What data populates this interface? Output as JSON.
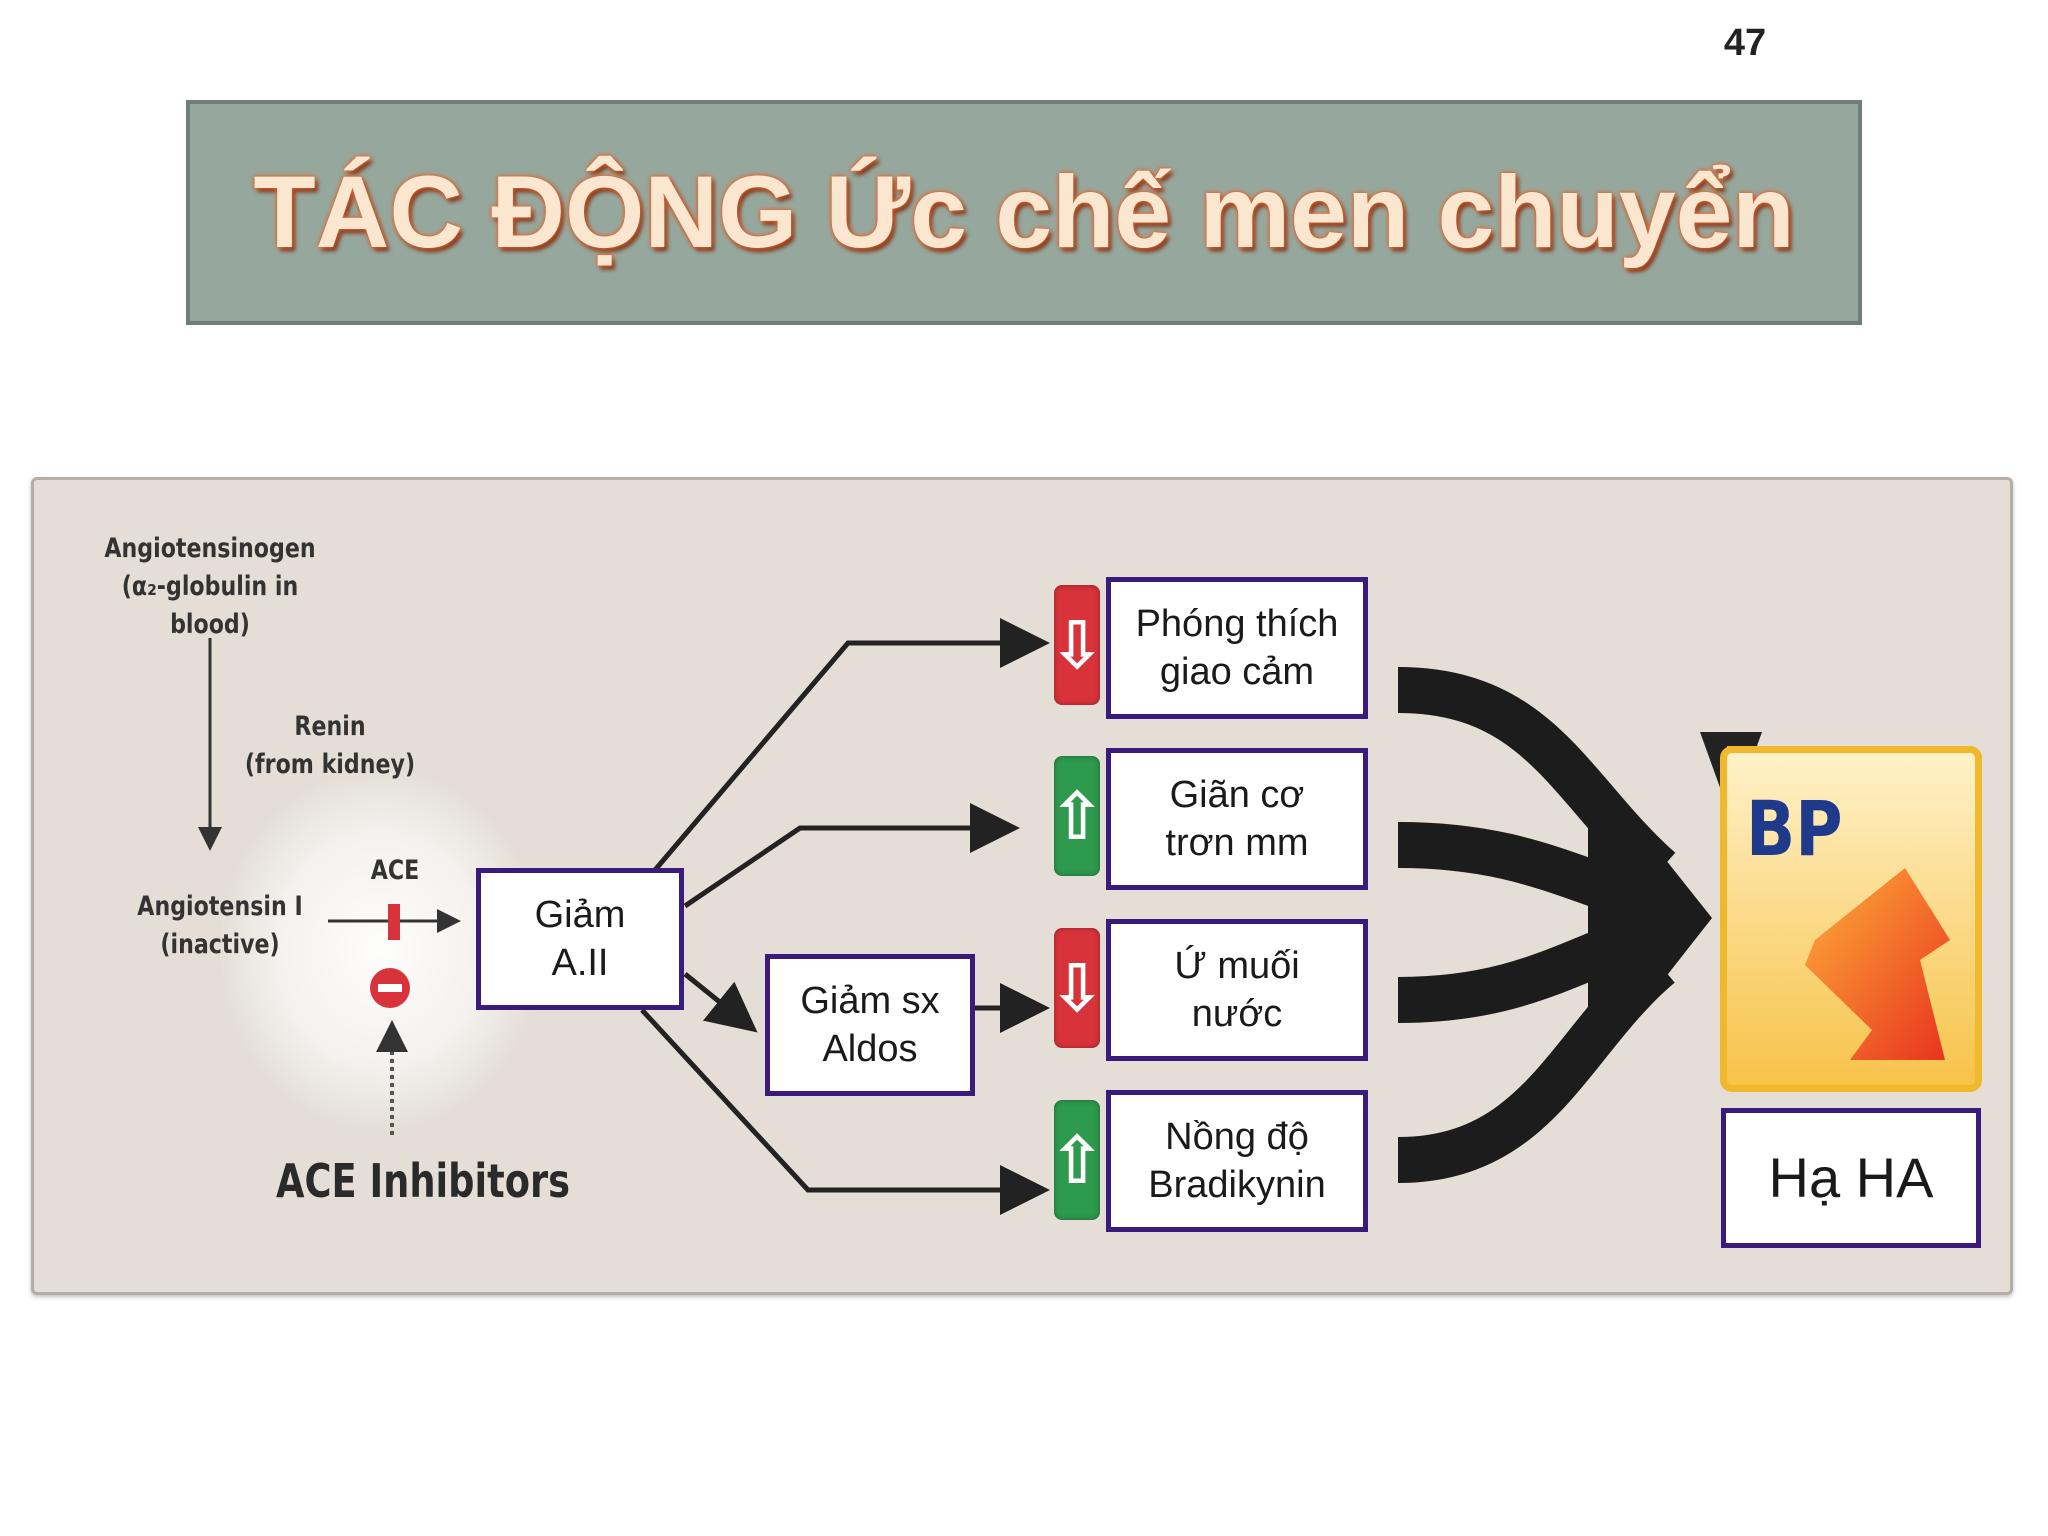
{
  "slide": {
    "page_number": "47",
    "title": "TÁC ĐỘNG Ức chế men chuyển"
  },
  "diagram": {
    "angiotensinogen": {
      "line1": "Angiotensinogen",
      "line2": "(α₂-globulin in blood)"
    },
    "renin": {
      "line1": "Renin",
      "line2": "(from kidney)"
    },
    "angiotensin1": {
      "line1": "Angiotensin I",
      "line2": "(inactive)"
    },
    "ace_label": "ACE",
    "ace_inhibitors_label": "ACE Inhibitors",
    "box_giam_a2": {
      "line1": "Giảm",
      "line2": "A.II"
    },
    "box_giam_aldos": {
      "line1": "Giảm sx",
      "line2": "Aldos"
    },
    "effects": [
      {
        "line1": "Phóng thích",
        "line2": "giao cảm",
        "direction": "down",
        "arrow": "⇩"
      },
      {
        "line1": "Giãn cơ",
        "line2": "trơn mm",
        "direction": "up",
        "arrow": "⇧"
      },
      {
        "line1": "Ứ muối",
        "line2": "nước",
        "direction": "down",
        "arrow": "⇩"
      },
      {
        "line1": "Nồng độ",
        "line2": "Bradikynin",
        "direction": "up",
        "arrow": "⇧"
      }
    ],
    "bp_icon_label": "BP",
    "result_label": "Hạ HA"
  },
  "colors": {
    "title_banner": "#96a89e",
    "title_text": "#fbe6cf",
    "box_border": "#3a1a7a",
    "down_indicator": "#d8333a",
    "up_indicator": "#2e9a4e",
    "bp_frame": "#f0b82c",
    "bp_text": "#1f3a8a"
  }
}
